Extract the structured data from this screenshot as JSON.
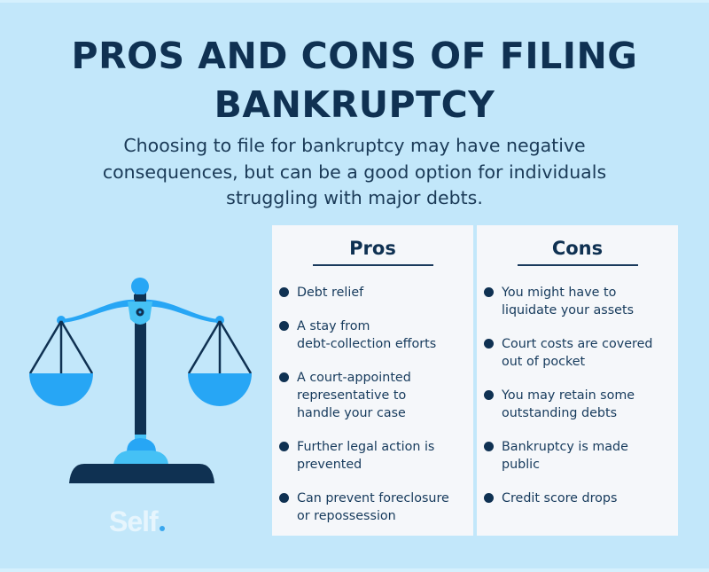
{
  "title_lines": [
    "PROS AND CONS OF FILING",
    "BANKRUPTCY"
  ],
  "subtitle_lines": [
    "Choosing to file for bankruptcy may have negative",
    "consequences, but can be a good option for individuals",
    "struggling with major debts."
  ],
  "pros": {
    "heading": "Pros",
    "items": [
      {
        "lines": [
          "Debt relief"
        ]
      },
      {
        "lines": [
          "A stay from",
          "debt-collection efforts"
        ]
      },
      {
        "lines": [
          "A court-appointed",
          "representative to",
          "handle your case"
        ]
      },
      {
        "lines": [
          "Further legal action is",
          "prevented"
        ]
      },
      {
        "lines": [
          "Can prevent foreclosure",
          "or repossession"
        ]
      }
    ]
  },
  "cons": {
    "heading": "Cons",
    "items": [
      {
        "lines": [
          "You might have to",
          "liquidate your assets"
        ]
      },
      {
        "lines": [
          "Court costs are covered",
          "out of pocket"
        ]
      },
      {
        "lines": [
          "You may retain some",
          "outstanding debts"
        ]
      },
      {
        "lines": [
          "Bankruptcy is made",
          "public"
        ]
      },
      {
        "lines": [
          "Credit score drops"
        ]
      }
    ]
  },
  "illustration": {
    "icon": "balance-scale-icon"
  },
  "logo": {
    "text": "Self"
  },
  "colors": {
    "background": "#c2e7fa",
    "navy": "#0f3152",
    "blue": "#27a6f5",
    "light_blue": "#45c1f5",
    "panel": "#f5f7fa"
  }
}
